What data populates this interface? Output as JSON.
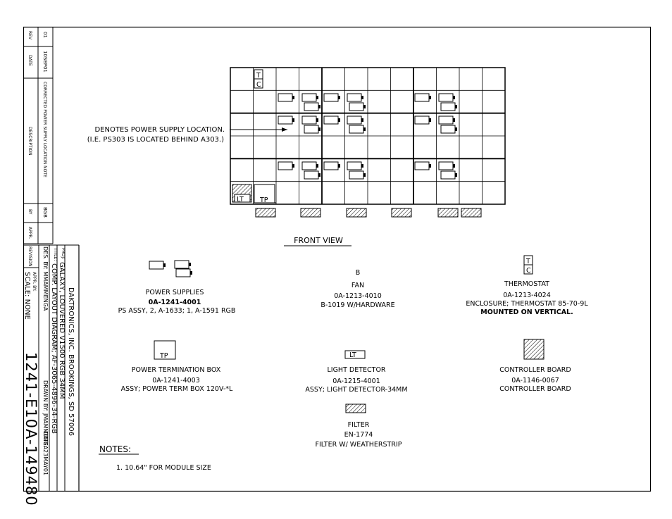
{
  "revision_block": {
    "header_rev": "REV",
    "header_date": "DATE",
    "header_description": "DESCRIPTION",
    "header_by": "BY",
    "header_appr": "APPR.",
    "rev": "01",
    "date": "10SEP01",
    "description": "CORRECTED POWER SUPPLY LOCATION NOTE",
    "by": "BGB",
    "label": "REVISION"
  },
  "title_block": {
    "company": "DAKTRONICS, INC.   BROOKINGS, SD 57006",
    "proj_label": "PROJ:",
    "project": "GALAXY, LOUVERED V1500 RGB 34MM",
    "title_label": "TITLE:",
    "title": "COMP. LAYOUT DIAGRAM; AF-3065-4896-34-RGB",
    "des_by": "DES. BY: MMAMMENGA",
    "drawn_by": "DRAWN BY: JMAMMENGA",
    "date": "DATE: 23MAY01",
    "appr_by": "APPR. BY:",
    "scale": "SCALE:   NONE",
    "drawing_number": "1241-E10A-149480"
  },
  "front_view": {
    "title": "FRONT VIEW",
    "callout_line1": "DENOTES POWER SUPPLY LOCATION.",
    "callout_line2": "(I.E. PS303 IS LOCATED BEHIND A303.)",
    "tc_symbol": [
      "T",
      "C"
    ],
    "lt_label": "LT",
    "tp_label": "TP"
  },
  "legend": {
    "power_supplies": {
      "name": "POWER SUPPLIES",
      "part": "0A-1241-4001",
      "desc": "PS ASSY, 2, A-1633; 1, A-1591 RGB"
    },
    "fan": {
      "symbol": "B",
      "name": "FAN",
      "part": "0A-1213-4010",
      "desc": "B-1019 W/HARDWARE"
    },
    "thermostat": {
      "symbol": [
        "T",
        "C"
      ],
      "name": "THERMOSTAT",
      "part": "0A-1213-4024",
      "desc": "ENCLOSURE; THERMOSTAT 85-70-9L",
      "note": "MOUNTED ON VERTICAL."
    },
    "power_term": {
      "symbol": "TP",
      "name": "POWER TERMINATION BOX",
      "part": "0A-1241-4003",
      "desc": "ASSY; POWER TERM BOX 120V-*L"
    },
    "light_detector": {
      "symbol": "LT",
      "name": "LIGHT DETECTOR",
      "part": "0A-1215-4001",
      "desc": "ASSY; LIGHT DETECTOR-34MM"
    },
    "controller": {
      "name": "CONTROLLER BOARD",
      "part": "0A-1146-0067",
      "desc": "CONTROLLER BOARD"
    },
    "filter": {
      "name": "FILTER",
      "part": "EN-1774",
      "desc": "FILTER W/ WEATHERSTRIP"
    }
  },
  "notes": {
    "title": "NOTES:",
    "items": [
      "1.   10.64\" FOR MODULE SIZE"
    ]
  }
}
